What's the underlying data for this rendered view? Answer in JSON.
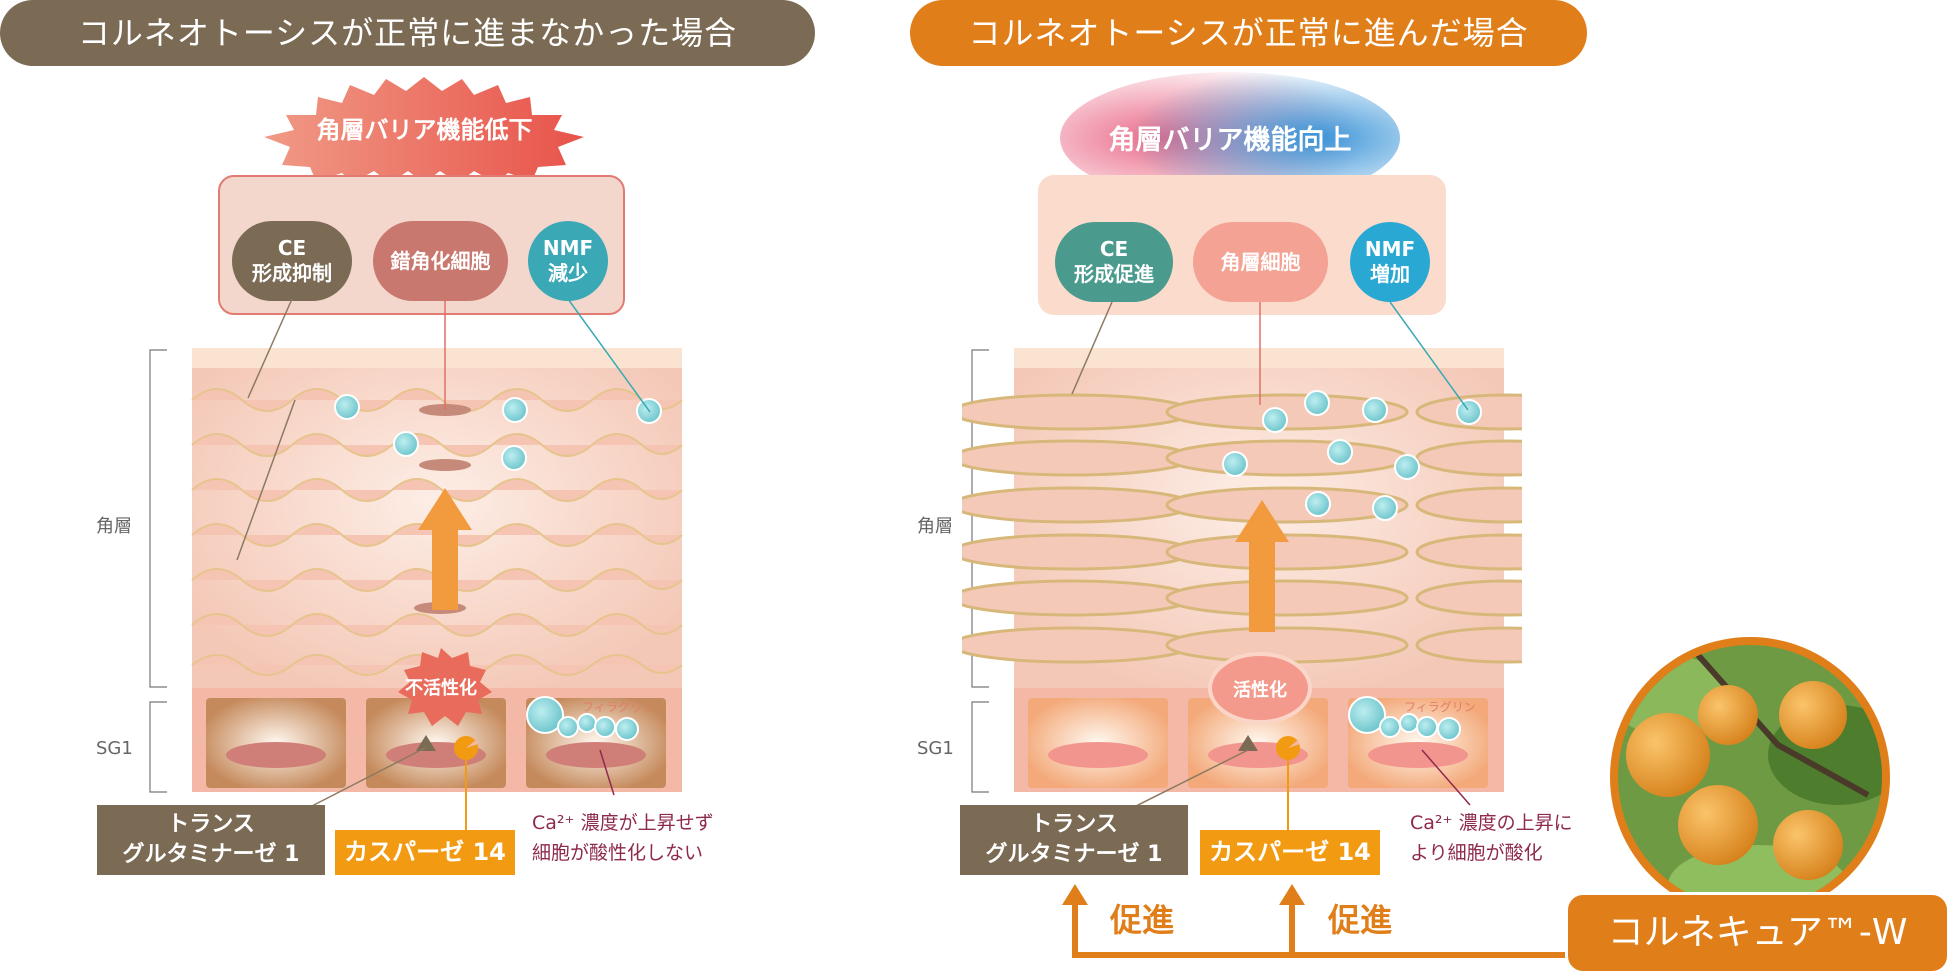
{
  "left": {
    "title": "コルネオトーシスが正常に進まなかった場合",
    "burst_label": "角層バリア機能低下",
    "ce_lines": [
      "CE",
      "形成抑制"
    ],
    "parakeratosis": "錯角化細胞",
    "nmf_lines": [
      "NMF",
      "減少"
    ],
    "layer_horny": "角層",
    "layer_sg1": "SG1",
    "activity": "不活性化",
    "filaggrin": "フィラグリン",
    "enzyme1_lines": [
      "トランス",
      "グルタミナーゼ 1"
    ],
    "enzyme2": "カスパーゼ 14",
    "ca_lines": [
      "Ca²⁺ 濃度が上昇せず",
      "細胞が酸性化しない"
    ]
  },
  "right": {
    "title": "コルネオトーシスが正常に進んだ場合",
    "banner": "角層バリア機能向上",
    "ce_lines": [
      "CE",
      "形成促進"
    ],
    "horny_cell": "角層細胞",
    "nmf_lines": [
      "NMF",
      "増加"
    ],
    "layer_horny": "角層",
    "layer_sg1": "SG1",
    "activity": "活性化",
    "filaggrin": "フィラグリン",
    "enzyme1_lines": [
      "トランス",
      "グルタミナーゼ 1"
    ],
    "enzyme2": "カスパーゼ 14",
    "ca_lines": [
      "Ca²⁺ 濃度の上昇に",
      "より細胞が酸化"
    ],
    "promote1": "促進",
    "promote2": "促進",
    "product": "コルネキュア™-W"
  },
  "colors": {
    "brown": "#7b6b55",
    "orange": "#e07f1a",
    "orange_bright": "#f29a12",
    "teal": "#4a9a8e",
    "rose": "#c9786f",
    "nmf_blue": "#3aa9b5",
    "horny_bg": "#f8dccf",
    "sg_bg": "#f4b9a6"
  }
}
